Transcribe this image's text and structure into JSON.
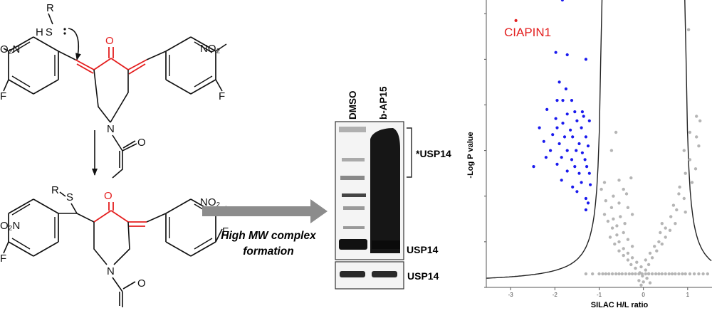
{
  "reagent": {
    "r_label": "R",
    "thiol": "H S"
  },
  "molecule_top": {
    "nitro_left": "O₂N",
    "nitro_right": "NO₂",
    "fluoro_left": "F",
    "fluoro_right": "F",
    "keto_oxygen": "O",
    "ring_nitrogen": "N",
    "acryl_oxygen": "O"
  },
  "molecule_bottom": {
    "r_label": "R",
    "sulfur": "S",
    "nitro_left": "O₂N",
    "nitro_right": "NO₂",
    "fluoro_left": "F",
    "fluoro_right": "F",
    "keto_oxygen": "O",
    "ring_nitrogen": "N",
    "acryl_oxygen": "O"
  },
  "reaction": {
    "line1": "High MW complex",
    "line2": "formation"
  },
  "blot": {
    "lane1": "DMSO",
    "lane2": "b-AP15",
    "complex_label": "*USP14",
    "band_label": "USP14",
    "loading_label": "USP14"
  },
  "volcano": {
    "highlight_label": "CIAPIN1",
    "ylabel": "-Log P value",
    "xlabel": "SILAC  H/L ratio",
    "x_ticks": [
      "-3",
      "-2",
      "-1",
      "0",
      "1"
    ],
    "colors": {
      "hit": "#1a1aee",
      "background": "#b5b5b5",
      "highlight": "#e32020",
      "curve": "#222222"
    }
  },
  "colors": {
    "warhead": "#e41e1e",
    "arrow": "#8c8c8c"
  },
  "chart_data": {
    "type": "scatter",
    "title": "",
    "xlabel": "SILAC  H/L ratio",
    "ylabel": "-Log P value",
    "xlim": [
      -3.55,
      1.55
    ],
    "ylim": [
      0,
      6.3
    ],
    "x_ticks": [
      -3,
      -2,
      -1,
      0,
      1
    ],
    "series": [
      {
        "name": "",
        "color": "#1a1aee",
        "points": [
          [
            -1.83,
            6.3
          ],
          [
            -1.72,
            5.1
          ],
          [
            -1.98,
            5.15
          ],
          [
            -1.3,
            5.0
          ],
          [
            -1.9,
            4.5
          ],
          [
            -1.75,
            4.35
          ],
          [
            -1.95,
            4.1
          ],
          [
            -1.82,
            4.1
          ],
          [
            -1.62,
            4.1
          ],
          [
            -2.18,
            3.9
          ],
          [
            -1.38,
            3.85
          ],
          [
            -1.72,
            3.8
          ],
          [
            -1.55,
            3.85
          ],
          [
            -1.35,
            3.75
          ],
          [
            -1.98,
            3.7
          ],
          [
            -1.82,
            3.6
          ],
          [
            -1.5,
            3.65
          ],
          [
            -1.22,
            3.65
          ],
          [
            -2.35,
            3.5
          ],
          [
            -1.95,
            3.5
          ],
          [
            -1.65,
            3.45
          ],
          [
            -1.4,
            3.5
          ],
          [
            -2.05,
            3.35
          ],
          [
            -1.78,
            3.3
          ],
          [
            -1.6,
            3.3
          ],
          [
            -1.3,
            3.3
          ],
          [
            -2.25,
            3.2
          ],
          [
            -1.9,
            3.15
          ],
          [
            -1.45,
            3.15
          ],
          [
            -1.25,
            3.1
          ],
          [
            -2.1,
            3.0
          ],
          [
            -1.72,
            3.0
          ],
          [
            -1.52,
            3.0
          ],
          [
            -1.38,
            2.95
          ],
          [
            -2.2,
            2.85
          ],
          [
            -1.85,
            2.85
          ],
          [
            -1.62,
            2.8
          ],
          [
            -1.32,
            2.8
          ],
          [
            -2.48,
            2.65
          ],
          [
            -1.95,
            2.7
          ],
          [
            -1.55,
            2.65
          ],
          [
            -1.28,
            2.65
          ],
          [
            -1.72,
            2.55
          ],
          [
            -1.45,
            2.5
          ],
          [
            -1.22,
            2.5
          ],
          [
            -1.85,
            2.35
          ],
          [
            -1.4,
            2.3
          ],
          [
            -1.6,
            2.2
          ],
          [
            -1.2,
            2.25
          ],
          [
            -1.5,
            2.1
          ],
          [
            -1.3,
            1.95
          ],
          [
            -1.25,
            1.85
          ],
          [
            -1.3,
            1.7
          ]
        ]
      },
      {
        "name": "",
        "color": "#e32020",
        "points": [
          [
            -2.88,
            5.85
          ]
        ]
      },
      {
        "name": "",
        "color": "#b5b5b5",
        "points": [
          [
            1.02,
            5.65
          ],
          [
            1.2,
            3.75
          ],
          [
            1.28,
            3.65
          ],
          [
            -0.62,
            3.4
          ],
          [
            1.05,
            3.4
          ],
          [
            1.2,
            3.3
          ],
          [
            -0.72,
            3.0
          ],
          [
            0.92,
            3.0
          ],
          [
            1.25,
            3.1
          ],
          [
            1.05,
            2.8
          ],
          [
            1.18,
            2.6
          ],
          [
            0.95,
            2.5
          ],
          [
            -0.28,
            2.4
          ],
          [
            -0.55,
            2.35
          ],
          [
            -0.88,
            2.3
          ],
          [
            1.1,
            2.3
          ],
          [
            0.82,
            2.2
          ],
          [
            -0.95,
            2.15
          ],
          [
            -0.45,
            2.15
          ],
          [
            0.8,
            2.05
          ],
          [
            -0.38,
            2.05
          ],
          [
            -0.68,
            2.0
          ],
          [
            0.92,
            1.95
          ],
          [
            -0.85,
            1.9
          ],
          [
            -0.55,
            1.85
          ],
          [
            0.68,
            1.8
          ],
          [
            -0.72,
            1.75
          ],
          [
            -0.35,
            1.75
          ],
          [
            0.75,
            1.7
          ],
          [
            0.95,
            1.65
          ],
          [
            -0.88,
            1.6
          ],
          [
            -0.52,
            1.55
          ],
          [
            -0.25,
            1.6
          ],
          [
            0.62,
            1.55
          ],
          [
            -0.68,
            1.5
          ],
          [
            -0.8,
            1.45
          ],
          [
            -0.42,
            1.4
          ],
          [
            0.72,
            1.4
          ],
          [
            0.42,
            1.4
          ],
          [
            -0.6,
            1.35
          ],
          [
            -0.7,
            1.3
          ],
          [
            0.5,
            1.3
          ],
          [
            0.6,
            1.25
          ],
          [
            -0.45,
            1.2
          ],
          [
            0.38,
            1.2
          ],
          [
            -0.6,
            1.15
          ],
          [
            -0.75,
            1.1
          ],
          [
            0.5,
            1.1
          ],
          [
            -0.35,
            1.05
          ],
          [
            0.35,
            1.0
          ],
          [
            -0.55,
            1.0
          ],
          [
            -0.65,
            0.95
          ],
          [
            0.42,
            0.95
          ],
          [
            -0.25,
            0.9
          ],
          [
            0.25,
            0.9
          ],
          [
            -0.45,
            0.85
          ],
          [
            -0.55,
            0.8
          ],
          [
            0.3,
            0.8
          ],
          [
            -0.35,
            0.75
          ],
          [
            0.15,
            0.75
          ],
          [
            -0.45,
            0.7
          ],
          [
            -0.25,
            0.65
          ],
          [
            0.2,
            0.65
          ],
          [
            -0.35,
            0.6
          ],
          [
            0.05,
            0.6
          ],
          [
            -0.15,
            0.55
          ],
          [
            -0.28,
            0.5
          ],
          [
            0.12,
            0.5
          ],
          [
            -0.05,
            0.45
          ],
          [
            -0.18,
            0.42
          ],
          [
            0.05,
            0.38
          ],
          [
            -0.08,
            0.32
          ],
          [
            0.12,
            0.3
          ],
          [
            -0.02,
            0.25
          ],
          [
            0.08,
            0.2
          ],
          [
            -0.1,
            0.15
          ],
          [
            0.0,
            0.12
          ],
          [
            0.15,
            0.1
          ],
          [
            -0.05,
            0.05
          ],
          [
            -1.3,
            0.0
          ],
          [
            -1.15,
            0.0
          ],
          [
            -1.0,
            0.0
          ],
          [
            -0.92,
            0.0
          ],
          [
            -0.85,
            0.0
          ],
          [
            -0.78,
            0.0
          ],
          [
            -0.7,
            0.0
          ],
          [
            -0.62,
            0.0
          ],
          [
            -0.55,
            0.0
          ],
          [
            -0.48,
            0.0
          ],
          [
            -0.4,
            0.0
          ],
          [
            -0.32,
            0.0
          ],
          [
            -0.25,
            0.0
          ],
          [
            -0.18,
            0.0
          ],
          [
            -0.1,
            0.0
          ],
          [
            -0.03,
            0.0
          ],
          [
            0.05,
            0.0
          ],
          [
            0.12,
            0.0
          ],
          [
            0.2,
            0.0
          ],
          [
            0.28,
            0.0
          ],
          [
            0.35,
            0.0
          ],
          [
            0.42,
            0.0
          ],
          [
            0.5,
            0.0
          ],
          [
            0.58,
            0.0
          ],
          [
            0.65,
            0.0
          ],
          [
            0.72,
            0.0
          ],
          [
            0.8,
            0.0
          ],
          [
            0.88,
            0.0
          ],
          [
            0.95,
            0.0
          ],
          [
            1.05,
            0.0
          ],
          [
            1.15,
            0.0
          ],
          [
            1.25,
            0.0
          ],
          [
            1.35,
            0.0
          ],
          [
            1.45,
            0.0
          ]
        ]
      }
    ],
    "annotations": [
      {
        "text": "CIAPIN1",
        "x": -2.88,
        "y": 5.85
      }
    ],
    "grid": false,
    "legend": "none"
  }
}
